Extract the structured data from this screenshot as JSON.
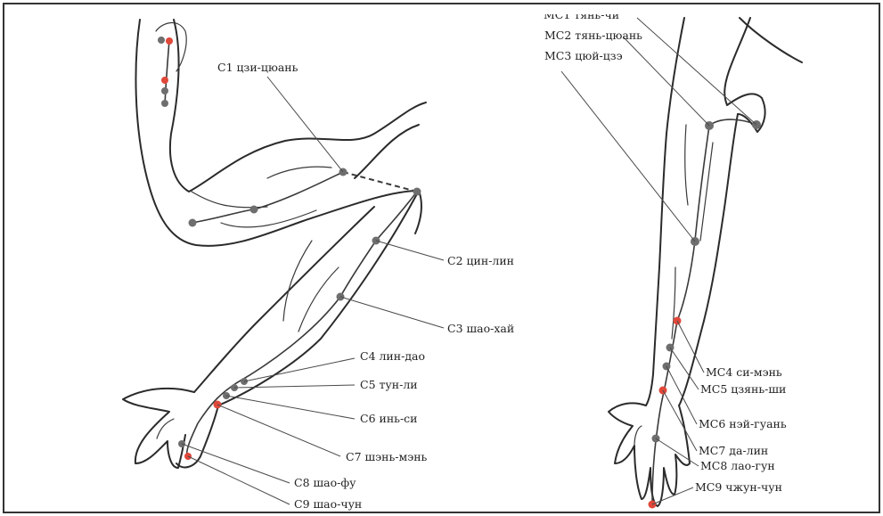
{
  "diagram": {
    "left_figure": {
      "labels": [
        {
          "id": "c1",
          "text": "С1 цзи-цюань"
        },
        {
          "id": "c2",
          "text": "С2 цин-лин"
        },
        {
          "id": "c3",
          "text": "С3 шао-хай"
        },
        {
          "id": "c4",
          "text": "С4 лин-дао"
        },
        {
          "id": "c5",
          "text": "С5 тун-ли"
        },
        {
          "id": "c6",
          "text": "С6 инь-си"
        },
        {
          "id": "c7",
          "text": "С7 шэнь-мэнь"
        },
        {
          "id": "c8",
          "text": "С8 шао-фу"
        },
        {
          "id": "c9",
          "text": "С9 шао-чун"
        }
      ]
    },
    "right_figure": {
      "labels": [
        {
          "id": "mc2",
          "text": "МС2 тянь-цюань"
        },
        {
          "id": "mc3",
          "text": "МС3 цюй-цзэ"
        },
        {
          "id": "mc4",
          "text": "МС4 си-мэнь"
        },
        {
          "id": "mc5",
          "text": "МС5 цзянь-ши"
        },
        {
          "id": "mc6",
          "text": "МС6 нэй-гуань"
        },
        {
          "id": "mc7",
          "text": "МС7 да-лин"
        },
        {
          "id": "mc8",
          "text": "МС8 лао-гун"
        },
        {
          "id": "mc9",
          "text": "МС9 чжун-чун"
        }
      ]
    },
    "colors": {
      "point_gray": "#6e6e6e",
      "point_red": "#e0483a",
      "frame": "#333333"
    }
  }
}
